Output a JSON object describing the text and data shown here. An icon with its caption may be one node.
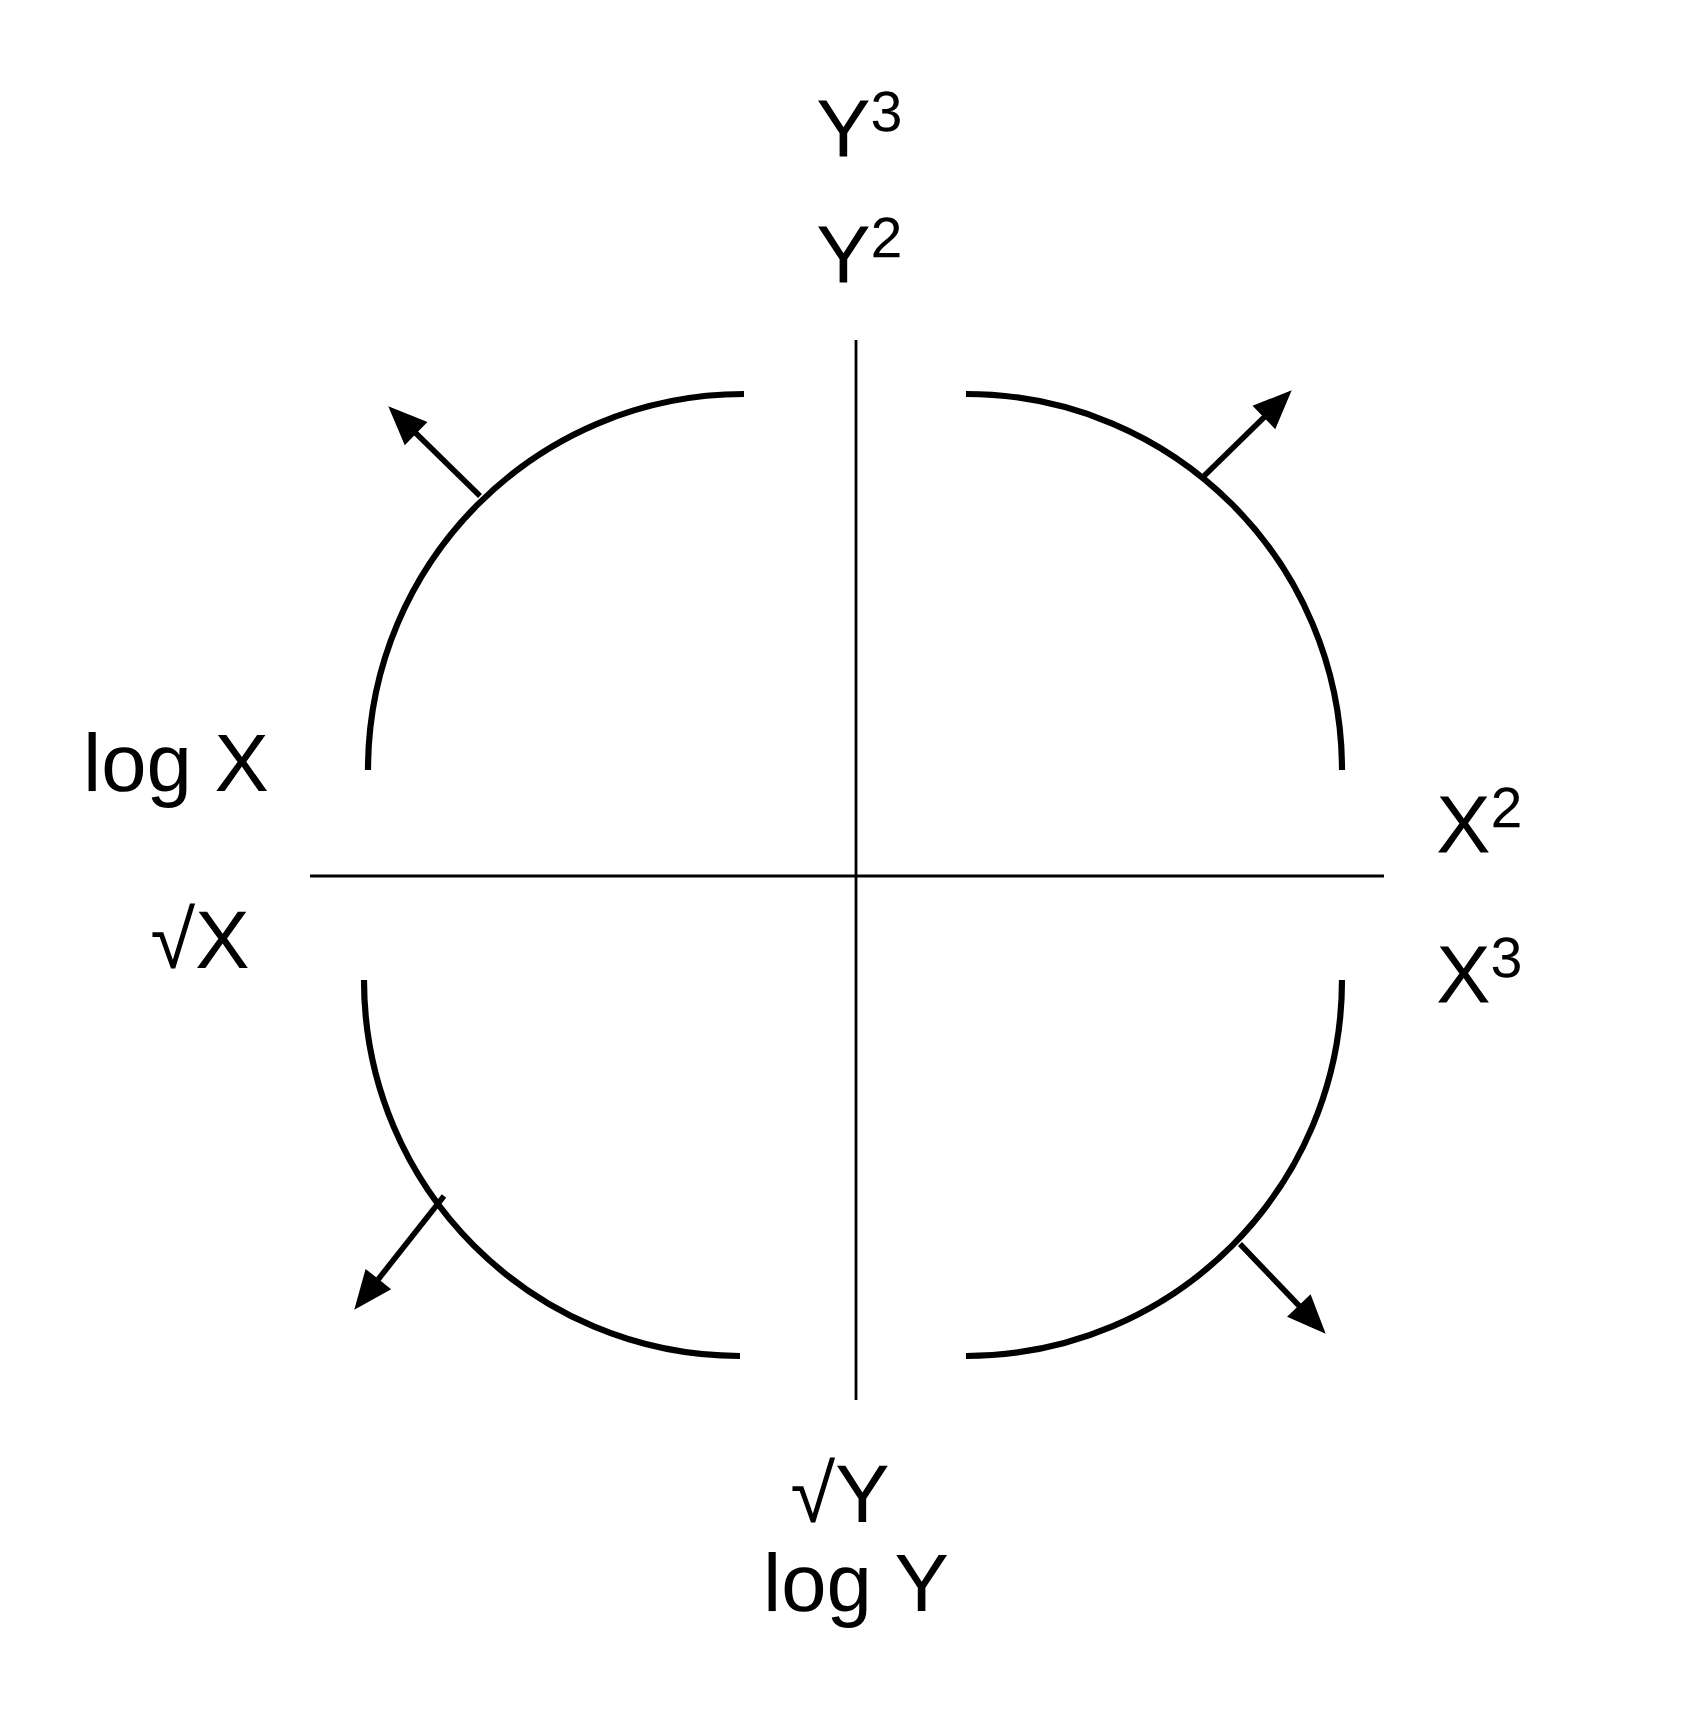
{
  "diagram": {
    "labels": [
      "Y$^{3}$",
      "Y$^{2}$",
      "log X",
      "√X",
      "X$^{2}$",
      "X$^{3}$",
      "√Y",
      "log Y"
    ]
  }
}
